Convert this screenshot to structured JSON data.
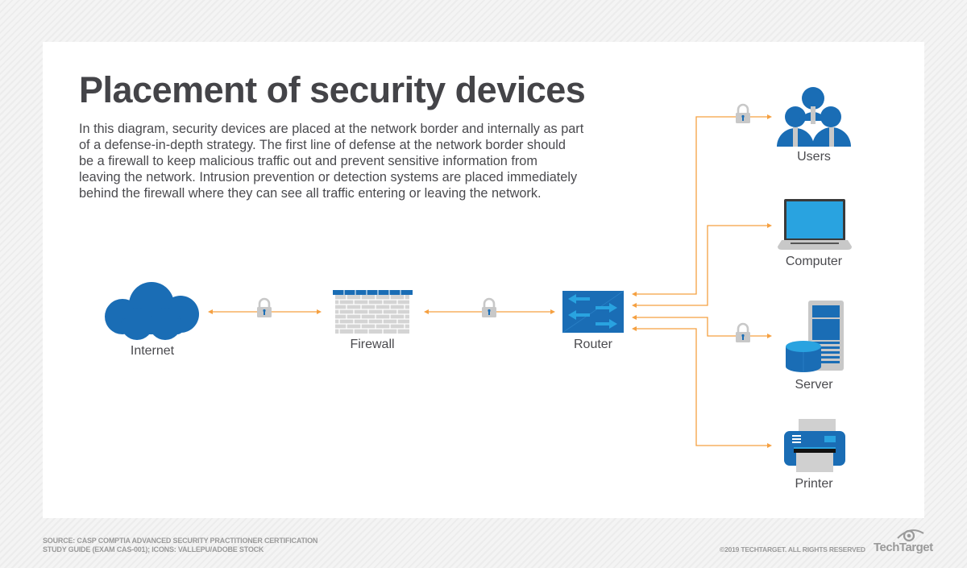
{
  "title": "Placement of security devices",
  "description_lines": [
    "In this diagram, security devices are placed at the network border and internally as part",
    "of a defense-in-depth strategy. The first line of defense at the network border should",
    "be a firewall to keep malicious traffic out and prevent sensitive information from",
    "leaving the network. Intrusion prevention or detection systems are placed immediately",
    "behind the firewall where they can see all traffic entering or leaving the network."
  ],
  "nodes": {
    "internet": "Internet",
    "firewall": "Firewall",
    "router": "Router",
    "users": "Users",
    "computer": "Computer",
    "server": "Server",
    "printer": "Printer"
  },
  "connections": [
    {
      "from": "Internet",
      "to": "Firewall",
      "secured": true
    },
    {
      "from": "Firewall",
      "to": "Router",
      "secured": true
    },
    {
      "from": "Router",
      "to": "Users",
      "secured": true
    },
    {
      "from": "Router",
      "to": "Computer",
      "secured": false
    },
    {
      "from": "Router",
      "to": "Server",
      "secured": true
    },
    {
      "from": "Router",
      "to": "Printer",
      "secured": false
    }
  ],
  "colors": {
    "accent_blue": "#1a6db5",
    "light_blue": "#29a3e0",
    "connector_orange": "#f5a041",
    "lock_gray": "#c8c8c8",
    "text_gray": "#4a4a4e"
  },
  "footer": {
    "source_lines": [
      "SOURCE: CASP COMPTIA ADVANCED SECURITY PRACTITIONER CERTIFICATION",
      "STUDY GUIDE (EXAM CAS-001); ICONS: VALLEPU/ADOBE STOCK"
    ],
    "copyright": "©2019 TECHTARGET. ALL RIGHTS RESERVED",
    "brand": "TechTarget"
  }
}
